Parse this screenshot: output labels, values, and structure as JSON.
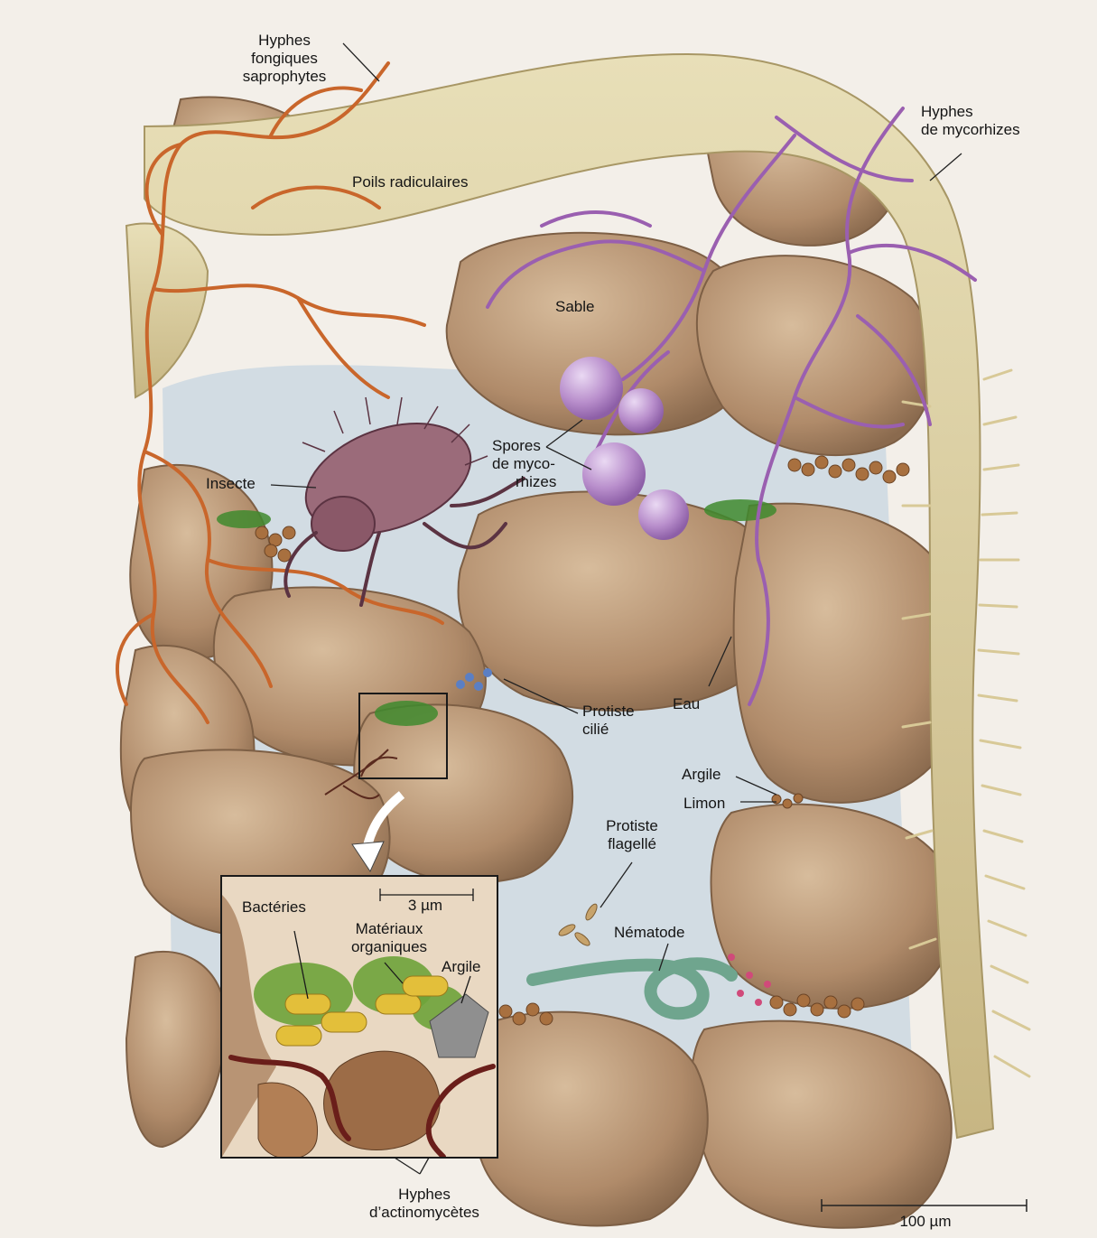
{
  "labels": {
    "hyphes_fongiques": [
      "Hyphes",
      "fongiques",
      "saprophytes"
    ],
    "poils_radiculaires": "Poils radiculaires",
    "hyphes_mycorhizes": [
      "Hyphes",
      "de mycorhizes"
    ],
    "sable": "Sable",
    "spores": [
      "Spores",
      "de myco-",
      "rhizes"
    ],
    "insecte": "Insecte",
    "protiste_cilie": [
      "Protiste",
      "cilié"
    ],
    "eau": "Eau",
    "argile": "Argile",
    "limon": "Limon",
    "protiste_flagelle": [
      "Protiste",
      "flagellé"
    ],
    "nematode": "Nématode",
    "hyphes_actino": [
      "Hyphes",
      "d’actinomycètes"
    ]
  },
  "inset": {
    "scale": "3 µm",
    "bacteries": "Bactéries",
    "materiaux": [
      "Matériaux",
      "organiques"
    ],
    "argile": "Argile"
  },
  "scale_bar": "100 µm",
  "colors": {
    "background": "#f3efe9",
    "soil_particle": "#b89474",
    "water": "#c7d6e0",
    "root": "#dccf9f",
    "saprophyte_hyphae": "#c9662b",
    "mycorrhiza_hyphae": "#9a5fb0",
    "spores": "#b98fcc",
    "nematode": "#6fa58e"
  }
}
